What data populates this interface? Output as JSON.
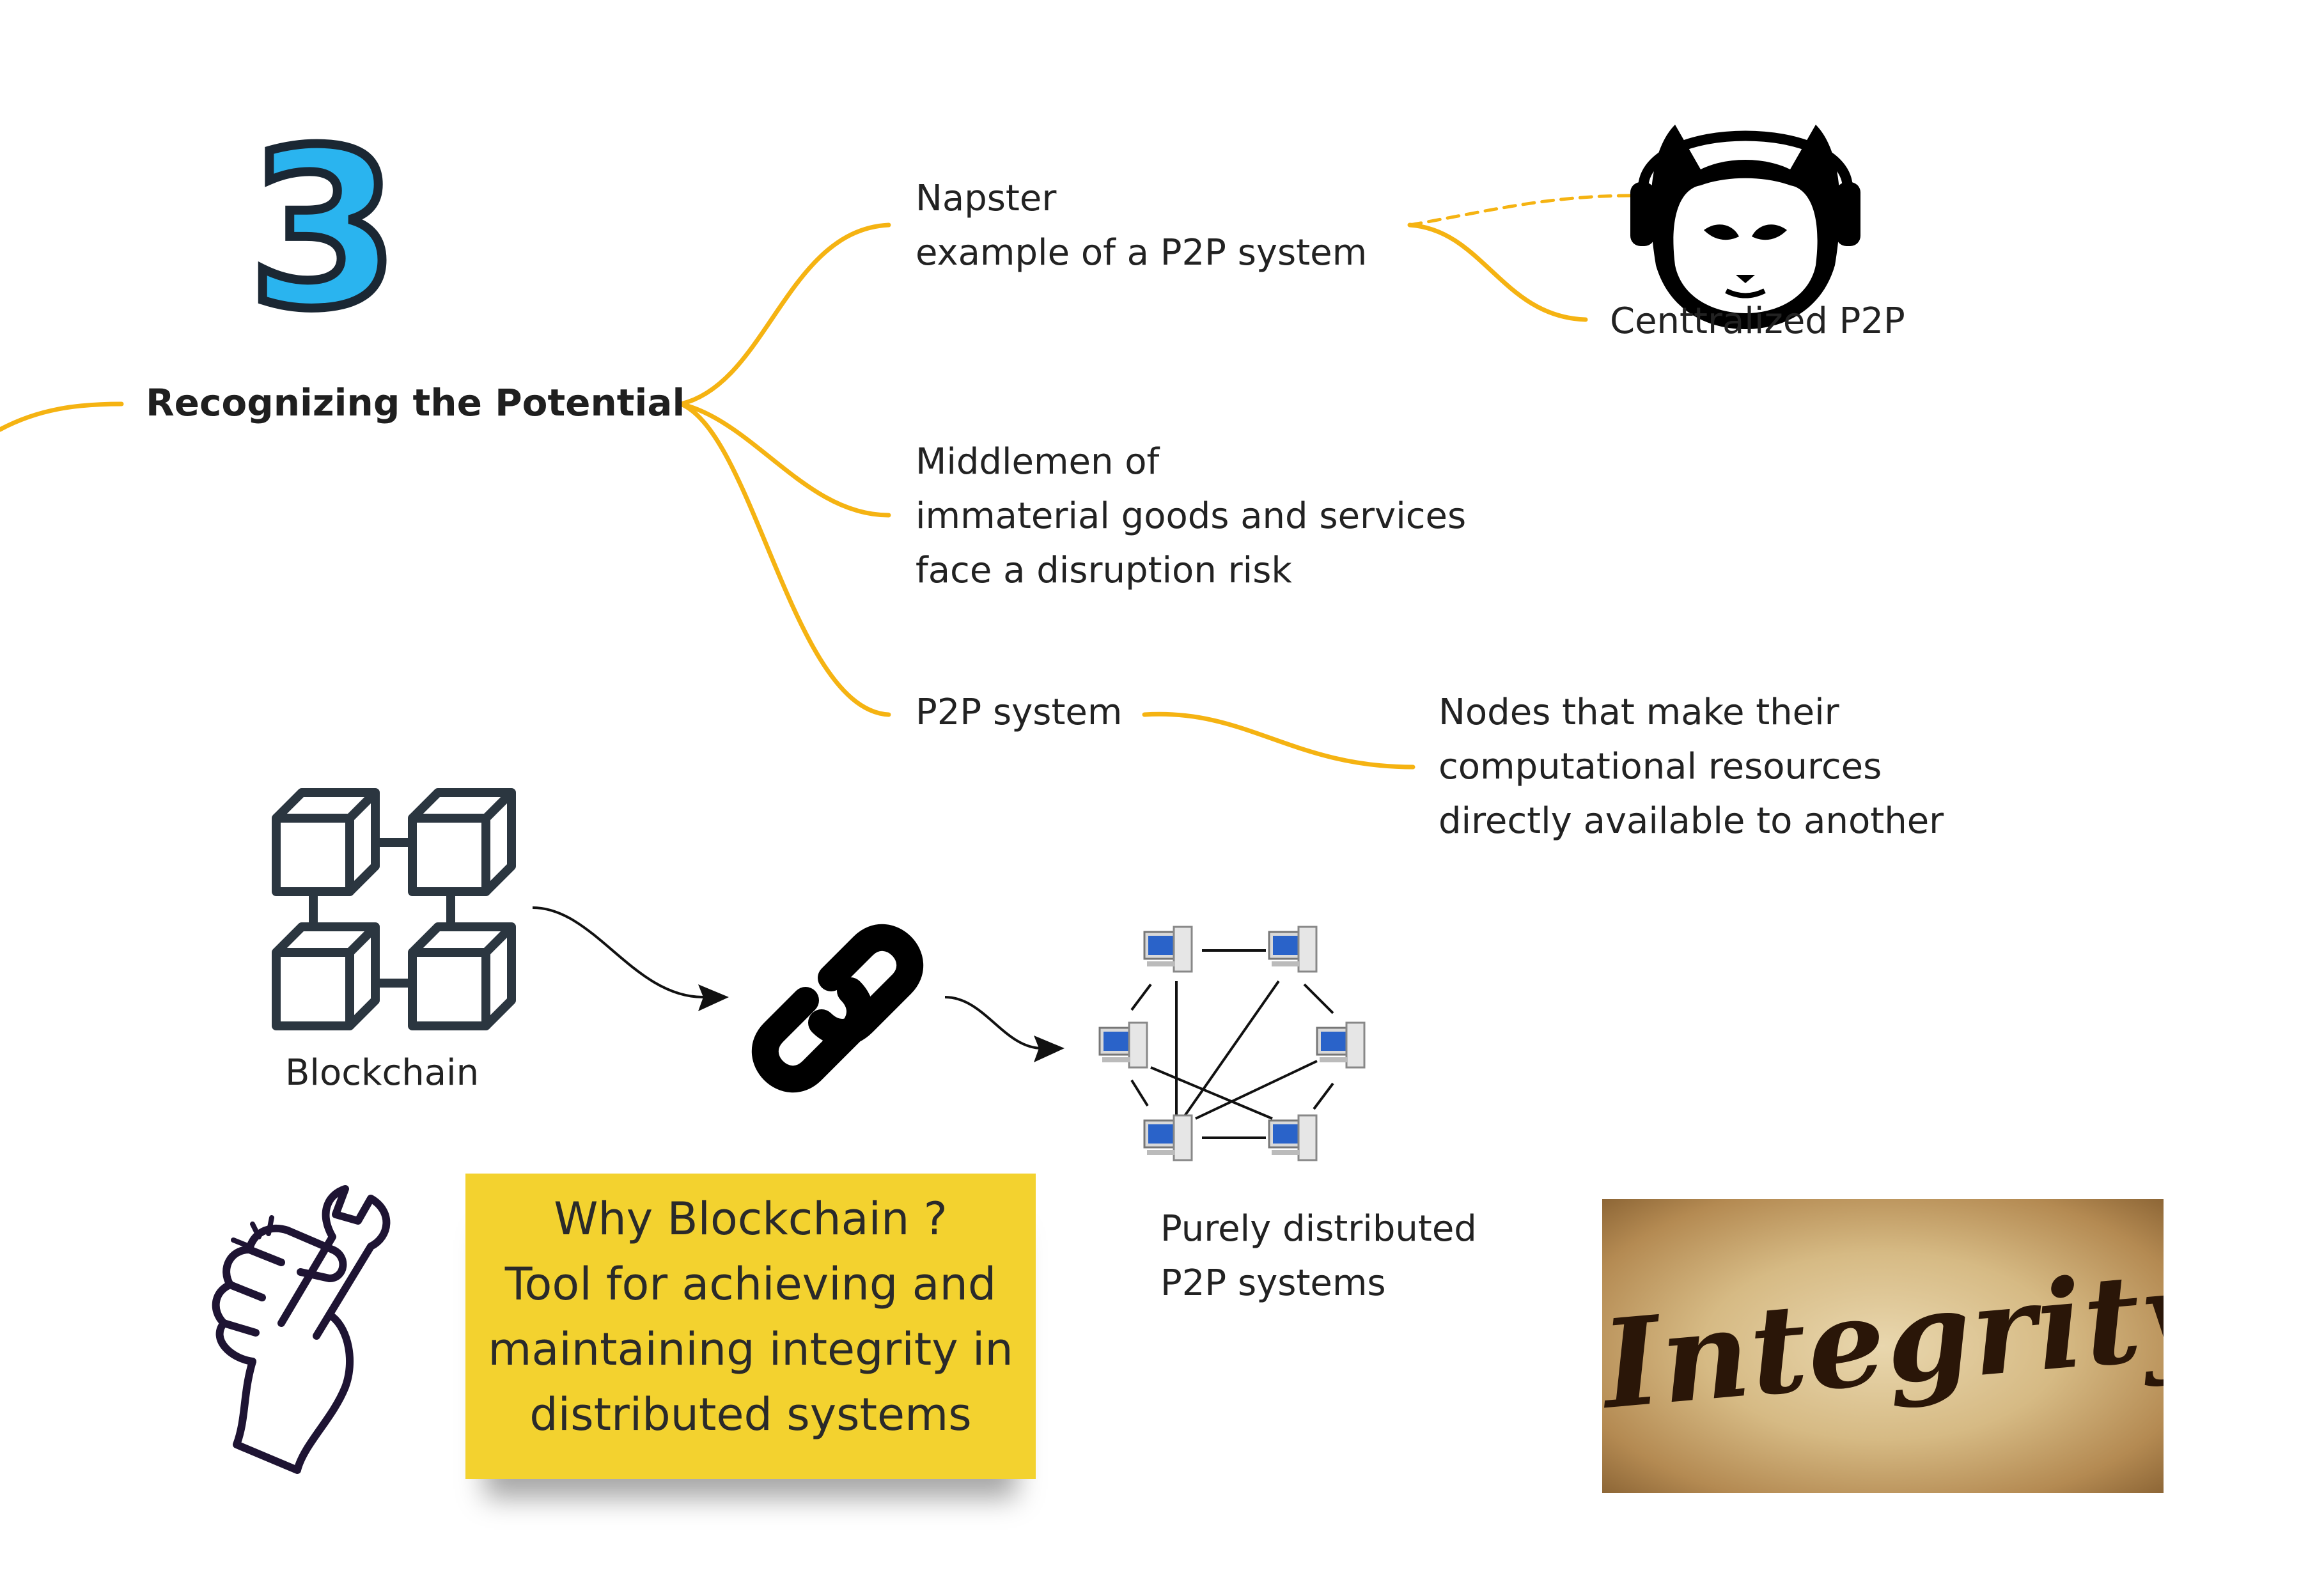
{
  "central_topic": "Recognizing the Potential",
  "number_badge": "3",
  "branches": {
    "napster": [
      "Napster",
      "example of a P2P system"
    ],
    "centralized": "Centtralized P2P",
    "middlemen": [
      "Middlemen of",
      "immaterial goods and services",
      "face a disruption risk"
    ],
    "p2p": "P2P system",
    "nodes": [
      "Nodes that make their",
      "computational resources",
      "directly available to another"
    ]
  },
  "flow": {
    "blockchain_label": "Blockchain",
    "distributed_label": [
      "Purely distributed",
      "P2P systems"
    ]
  },
  "sticky_note": [
    "Why Blockchain ?",
    "Tool for achieving and",
    "maintaining integrity in",
    "distributed systems"
  ],
  "integrity_image_word": "Integrity",
  "icons": [
    "number-three-icon",
    "napster-cat-icon",
    "blockchain-cubes-icon",
    "chain-link-icon",
    "network-computers-icon",
    "hand-wrench-icon"
  ],
  "colors": {
    "connector": "#f5b312",
    "sticky": "#f3d22f",
    "ink": "#2b3640",
    "badge": "#2ab4ef"
  }
}
